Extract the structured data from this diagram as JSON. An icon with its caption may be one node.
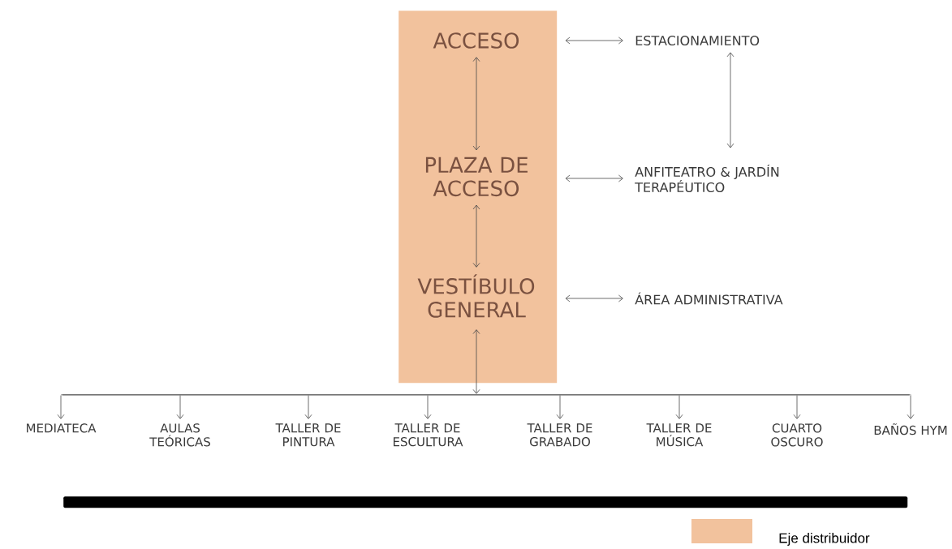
{
  "diagram": {
    "nodes": [
      {
        "text": [],
        "shape": "box"
      },
      {
        "text": [
          "ACCESO"
        ],
        "in": 0
      },
      {
        "text": [
          "PLAZA DE ACCESO"
        ],
        "in": 0
      },
      {
        "text": [
          "VESTÍBULO GENERAL"
        ],
        "in": 0
      },
      {
        "text": [
          "ESTACIONAMIENTO"
        ]
      },
      {
        "text": [
          "ANFITEATRO & JARDÍN TERAPÉUTICO"
        ]
      },
      {
        "text": [
          "ÁREA ADMINISTRATIVA"
        ]
      },
      {
        "text": [],
        "shape": "bar"
      },
      {
        "text": [
          "MEDIATECA"
        ]
      },
      {
        "text": [
          "AULAS TEÓRICAS"
        ]
      },
      {
        "text": [
          "TALLER DE PINTURA"
        ]
      },
      {
        "text": [
          "TALLER DE ESCULTURA"
        ]
      },
      {
        "text": [
          "TALLER DE GRABADO"
        ]
      },
      {
        "text": [
          "TALLER DE MÚSICA"
        ]
      },
      {
        "text": [
          "CUARTO OSCURO"
        ]
      },
      {
        "text": [
          "BAÑOS HYM"
        ]
      },
      {
        "text": [],
        "shape": "bar"
      }
    ],
    "edges": [
      {
        "from": 1,
        "to": 4,
        "arrow": "both"
      },
      {
        "from": 1,
        "to": 2,
        "arrow": "both"
      },
      {
        "from": 4,
        "to": 5,
        "arrow": "both"
      },
      {
        "from": 2,
        "to": 5,
        "arrow": "both"
      },
      {
        "from": 2,
        "to": 3,
        "arrow": "both"
      },
      {
        "from": 3,
        "to": 6,
        "arrow": "both"
      },
      {
        "from": 3,
        "to": 7,
        "arrow": "both"
      },
      {
        "from": 7,
        "to": 8,
        "arrow": "to"
      },
      {
        "from": 7,
        "to": 9,
        "arrow": "to"
      },
      {
        "from": 7,
        "to": 10,
        "arrow": "to"
      },
      {
        "from": 7,
        "to": 11,
        "arrow": "to"
      },
      {
        "from": 7,
        "to": 12,
        "arrow": "to"
      },
      {
        "from": 7,
        "to": 13,
        "arrow": "to"
      },
      {
        "from": 7,
        "to": 14,
        "arrow": "to"
      },
      {
        "from": 7,
        "to": 15,
        "arrow": "to"
      }
    ],
    "legend": [
      {
        "text": "Eje distribuidor",
        "color": "#f2c29d"
      }
    ]
  }
}
